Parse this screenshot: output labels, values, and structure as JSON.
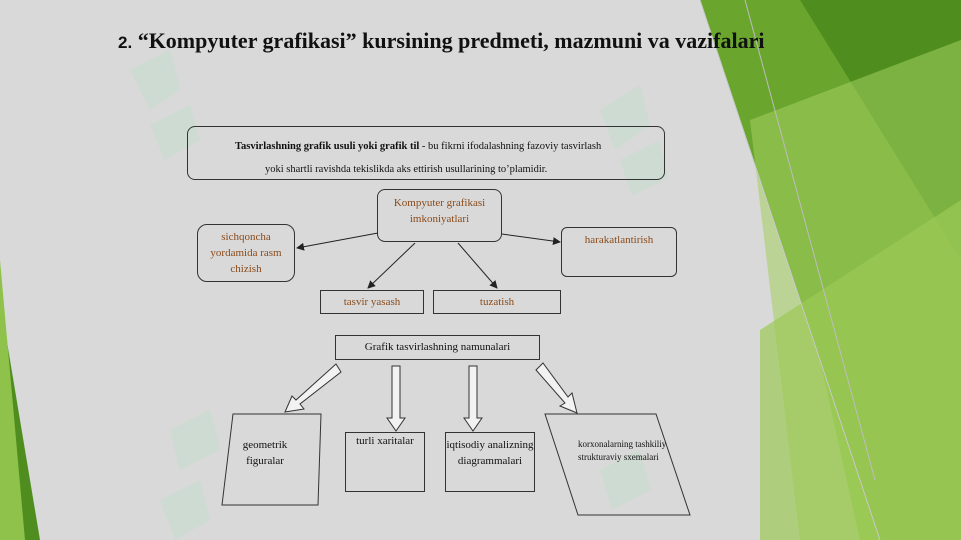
{
  "slide": {
    "title_number": "2.",
    "title_text": "“Kompyuter grafikasi” kursining predmeti, mazmuni va vazifalari"
  },
  "definition": {
    "term": "Tasvirlashning grafik usuli yoki grafik til",
    "line1_rest": " - bu fikrni ifodalashning fazoviy tasvirlash",
    "line2": "yoki shartli ravishda tekislikda aks ettirish usullarining to’plamidir."
  },
  "capabilities": {
    "label": "Kompyuter grafikasi imkoniyatlari",
    "items": {
      "mouse_drawing": "sichqoncha yordamida rasm chizish",
      "animation": "harakatlantirish",
      "create_image": "tasvir yasash",
      "editing": "tuzatish"
    }
  },
  "samples": {
    "label": "Grafik tasvirlashning namunalari",
    "items": {
      "geometric": "geometrik figuralar",
      "maps": "turli xaritalar",
      "economic": "iqtisodiy analizning diagrammalari",
      "org_schemes": "korxonalarning tashkiliy strukturaviy sxemalari"
    }
  },
  "colors": {
    "background": "#d9d9d9",
    "green_dark": "#4e8a1c",
    "green_light": "#7fb83a",
    "text_brown": "#8a4b1a"
  }
}
